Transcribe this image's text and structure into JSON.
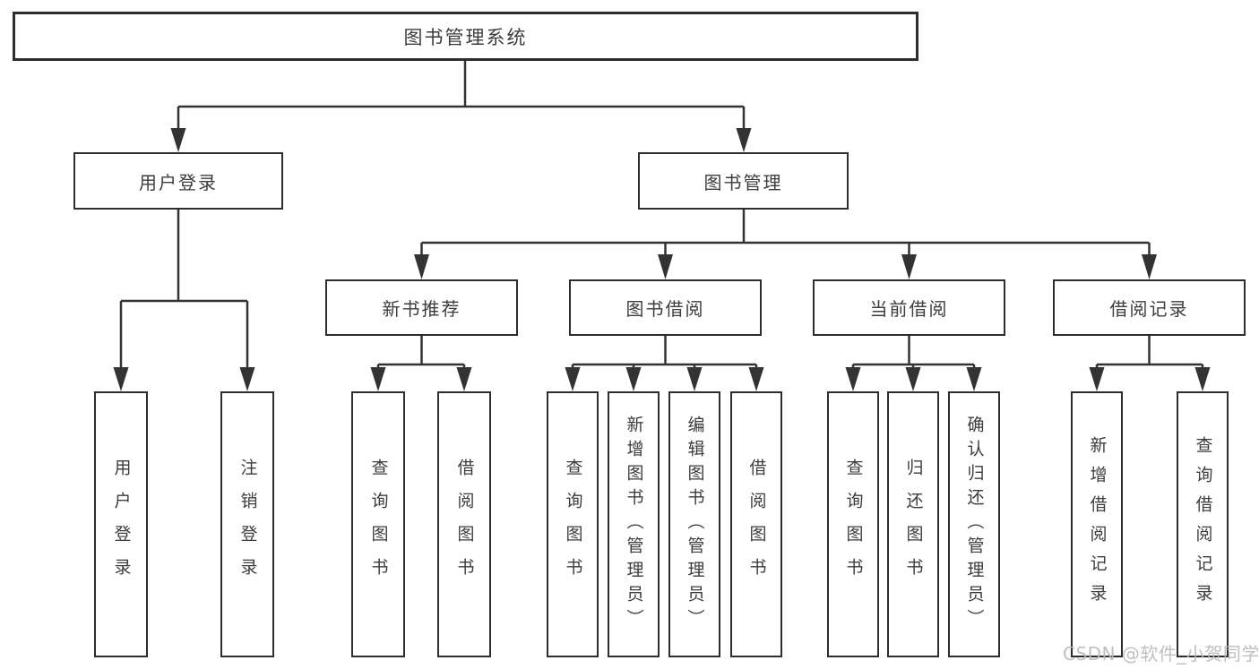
{
  "diagram": {
    "root": {
      "label": "图书管理系统"
    },
    "branches": [
      {
        "label": "用户登录",
        "children": [
          {
            "label": "用户登录"
          },
          {
            "label": "注销登录"
          }
        ]
      },
      {
        "label": "图书管理",
        "children": [
          {
            "label": "新书推荐",
            "children": [
              {
                "label": "查询图书"
              },
              {
                "label": "借阅图书"
              }
            ]
          },
          {
            "label": "图书借阅",
            "children": [
              {
                "label": "查询图书"
              },
              {
                "label": "新增图书（管理员）"
              },
              {
                "label": "编辑图书（管理员）"
              },
              {
                "label": "借阅图书"
              }
            ]
          },
          {
            "label": "当前借阅",
            "children": [
              {
                "label": "查询图书"
              },
              {
                "label": "归还图书"
              },
              {
                "label": "确认归还（管理员）"
              }
            ]
          },
          {
            "label": "借阅记录",
            "children": [
              {
                "label": "新增借阅记录"
              },
              {
                "label": "查询借阅记录"
              }
            ]
          }
        ]
      }
    ]
  },
  "watermark": {
    "text": "CSDN @软件_小贺同学"
  },
  "colors": {
    "background": "#ffffff",
    "box_border": "#2d2d2d",
    "connector": "#333333",
    "text": "#3c3c3c",
    "watermark": "#b9b9b9"
  }
}
